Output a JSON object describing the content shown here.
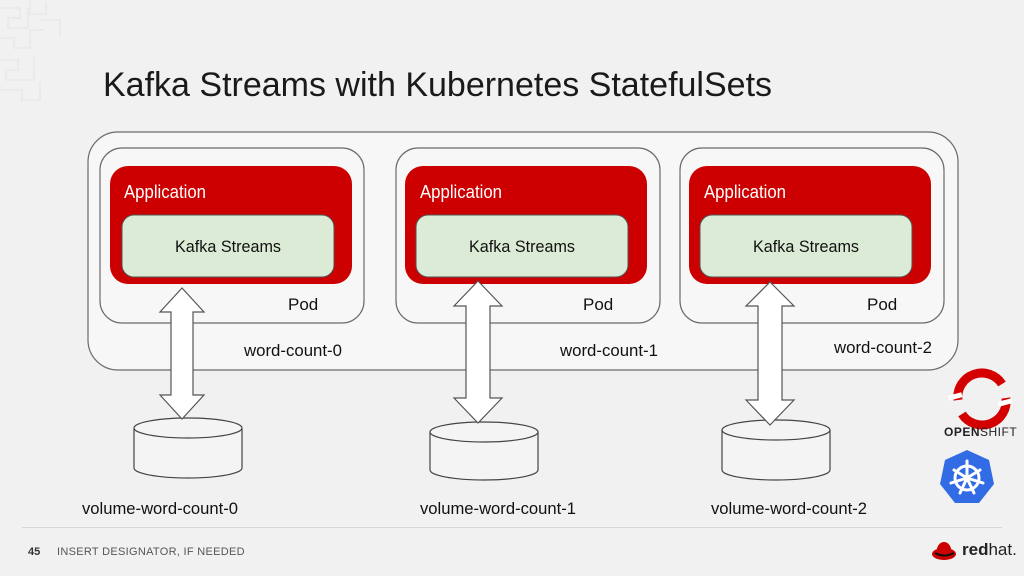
{
  "title": "Kafka Streams with Kubernetes StatefulSets",
  "pods": [
    {
      "app_label": "Application",
      "kafka_label": "Kafka Streams",
      "pod_label": "Pod",
      "name": "word-count-0",
      "volume": "volume-word-count-0"
    },
    {
      "app_label": "Application",
      "kafka_label": "Kafka Streams",
      "pod_label": "Pod",
      "name": "word-count-1",
      "volume": "volume-word-count-1"
    },
    {
      "app_label": "Application",
      "kafka_label": "Kafka Streams",
      "pod_label": "Pod",
      "name": "word-count-2",
      "volume": "volume-word-count-2"
    }
  ],
  "footer": {
    "page_number": "45",
    "designator": "INSERT DESIGNATOR, IF NEEDED",
    "brand_prefix": "red",
    "brand_suffix": "hat."
  },
  "logos": {
    "openshift_open": "OPEN",
    "openshift_shift": "SHIFT",
    "icons": [
      "openshift-icon",
      "kubernetes-icon",
      "redhat-icon"
    ]
  },
  "colors": {
    "app_red": "#cc0000",
    "kafka_green": "#dcebd6",
    "k8s_blue": "#326ce5",
    "arrow_fill": "#ffffff",
    "outline": "#666666"
  }
}
